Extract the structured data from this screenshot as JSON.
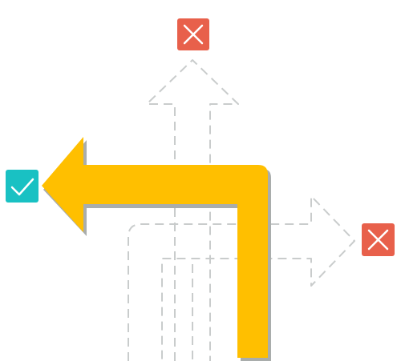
{
  "diagram": {
    "description_free": true,
    "colors": {
      "background": "#ffffff",
      "dashed_outline": "#c9cccc",
      "main_arrow_fill": "#ffbf00",
      "main_arrow_shadow": "#a9adac",
      "correct_badge": "#19c1c3",
      "wrong_badge": "#e8604b",
      "badge_mark": "#ffffff"
    },
    "paths": [
      {
        "name": "straight-up",
        "status": "rejected",
        "icon": "cross-icon"
      },
      {
        "name": "turn-left",
        "status": "accepted",
        "icon": "check-icon"
      },
      {
        "name": "turn-right",
        "status": "rejected",
        "icon": "cross-icon"
      }
    ]
  }
}
